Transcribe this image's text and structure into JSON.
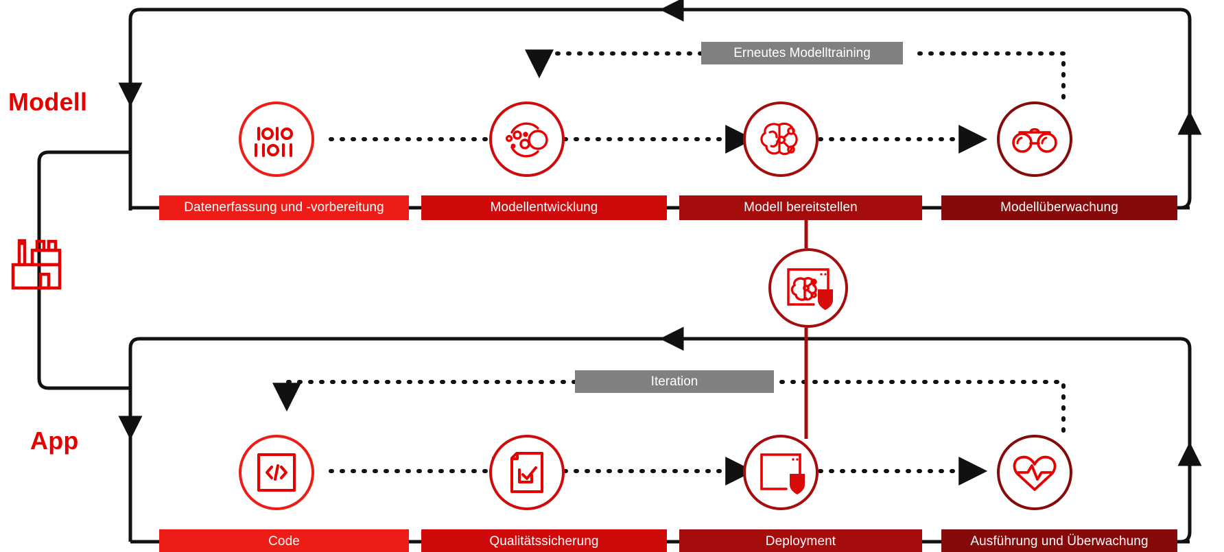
{
  "diagram": {
    "title_model_lane": "Modell",
    "title_app_lane": "App",
    "accent_bright": "#e60000",
    "accent_mid": "#cc0000",
    "accent_dark": "#a30000",
    "accent_darkest": "#8c0000",
    "chip_gray": "#808080",
    "line_black": "#111111"
  },
  "model_lane": {
    "stages": [
      {
        "label": "Datenerfassung und -vorbereitung",
        "color": "#ed1c16",
        "icon": "binary-data-icon"
      },
      {
        "label": "Modellentwicklung",
        "color": "#cf0a0a",
        "icon": "data-clusters-icon"
      },
      {
        "label": "Modell bereitstellen",
        "color": "#a50d0d",
        "icon": "neural-brain-icon"
      },
      {
        "label": "Modellüberwachung",
        "color": "#870a0a",
        "icon": "binoculars-icon"
      }
    ],
    "feedback_label": "Erneutes Modelltraining"
  },
  "app_lane": {
    "stages": [
      {
        "label": "Code",
        "color": "#ed1c16",
        "icon": "code-brackets-icon"
      },
      {
        "label": "Qualitätssicherung",
        "color": "#cf0a0a",
        "icon": "document-check-icon"
      },
      {
        "label": "Deployment",
        "color": "#a50d0d",
        "icon": "window-shield-icon"
      },
      {
        "label": "Ausführung und Überwachung",
        "color": "#870a0a",
        "icon": "heartbeat-icon"
      }
    ],
    "feedback_label": "Iteration"
  },
  "bridge": {
    "icon": "model-window-shield-icon"
  },
  "left_marker": {
    "icon": "factory-icon"
  }
}
